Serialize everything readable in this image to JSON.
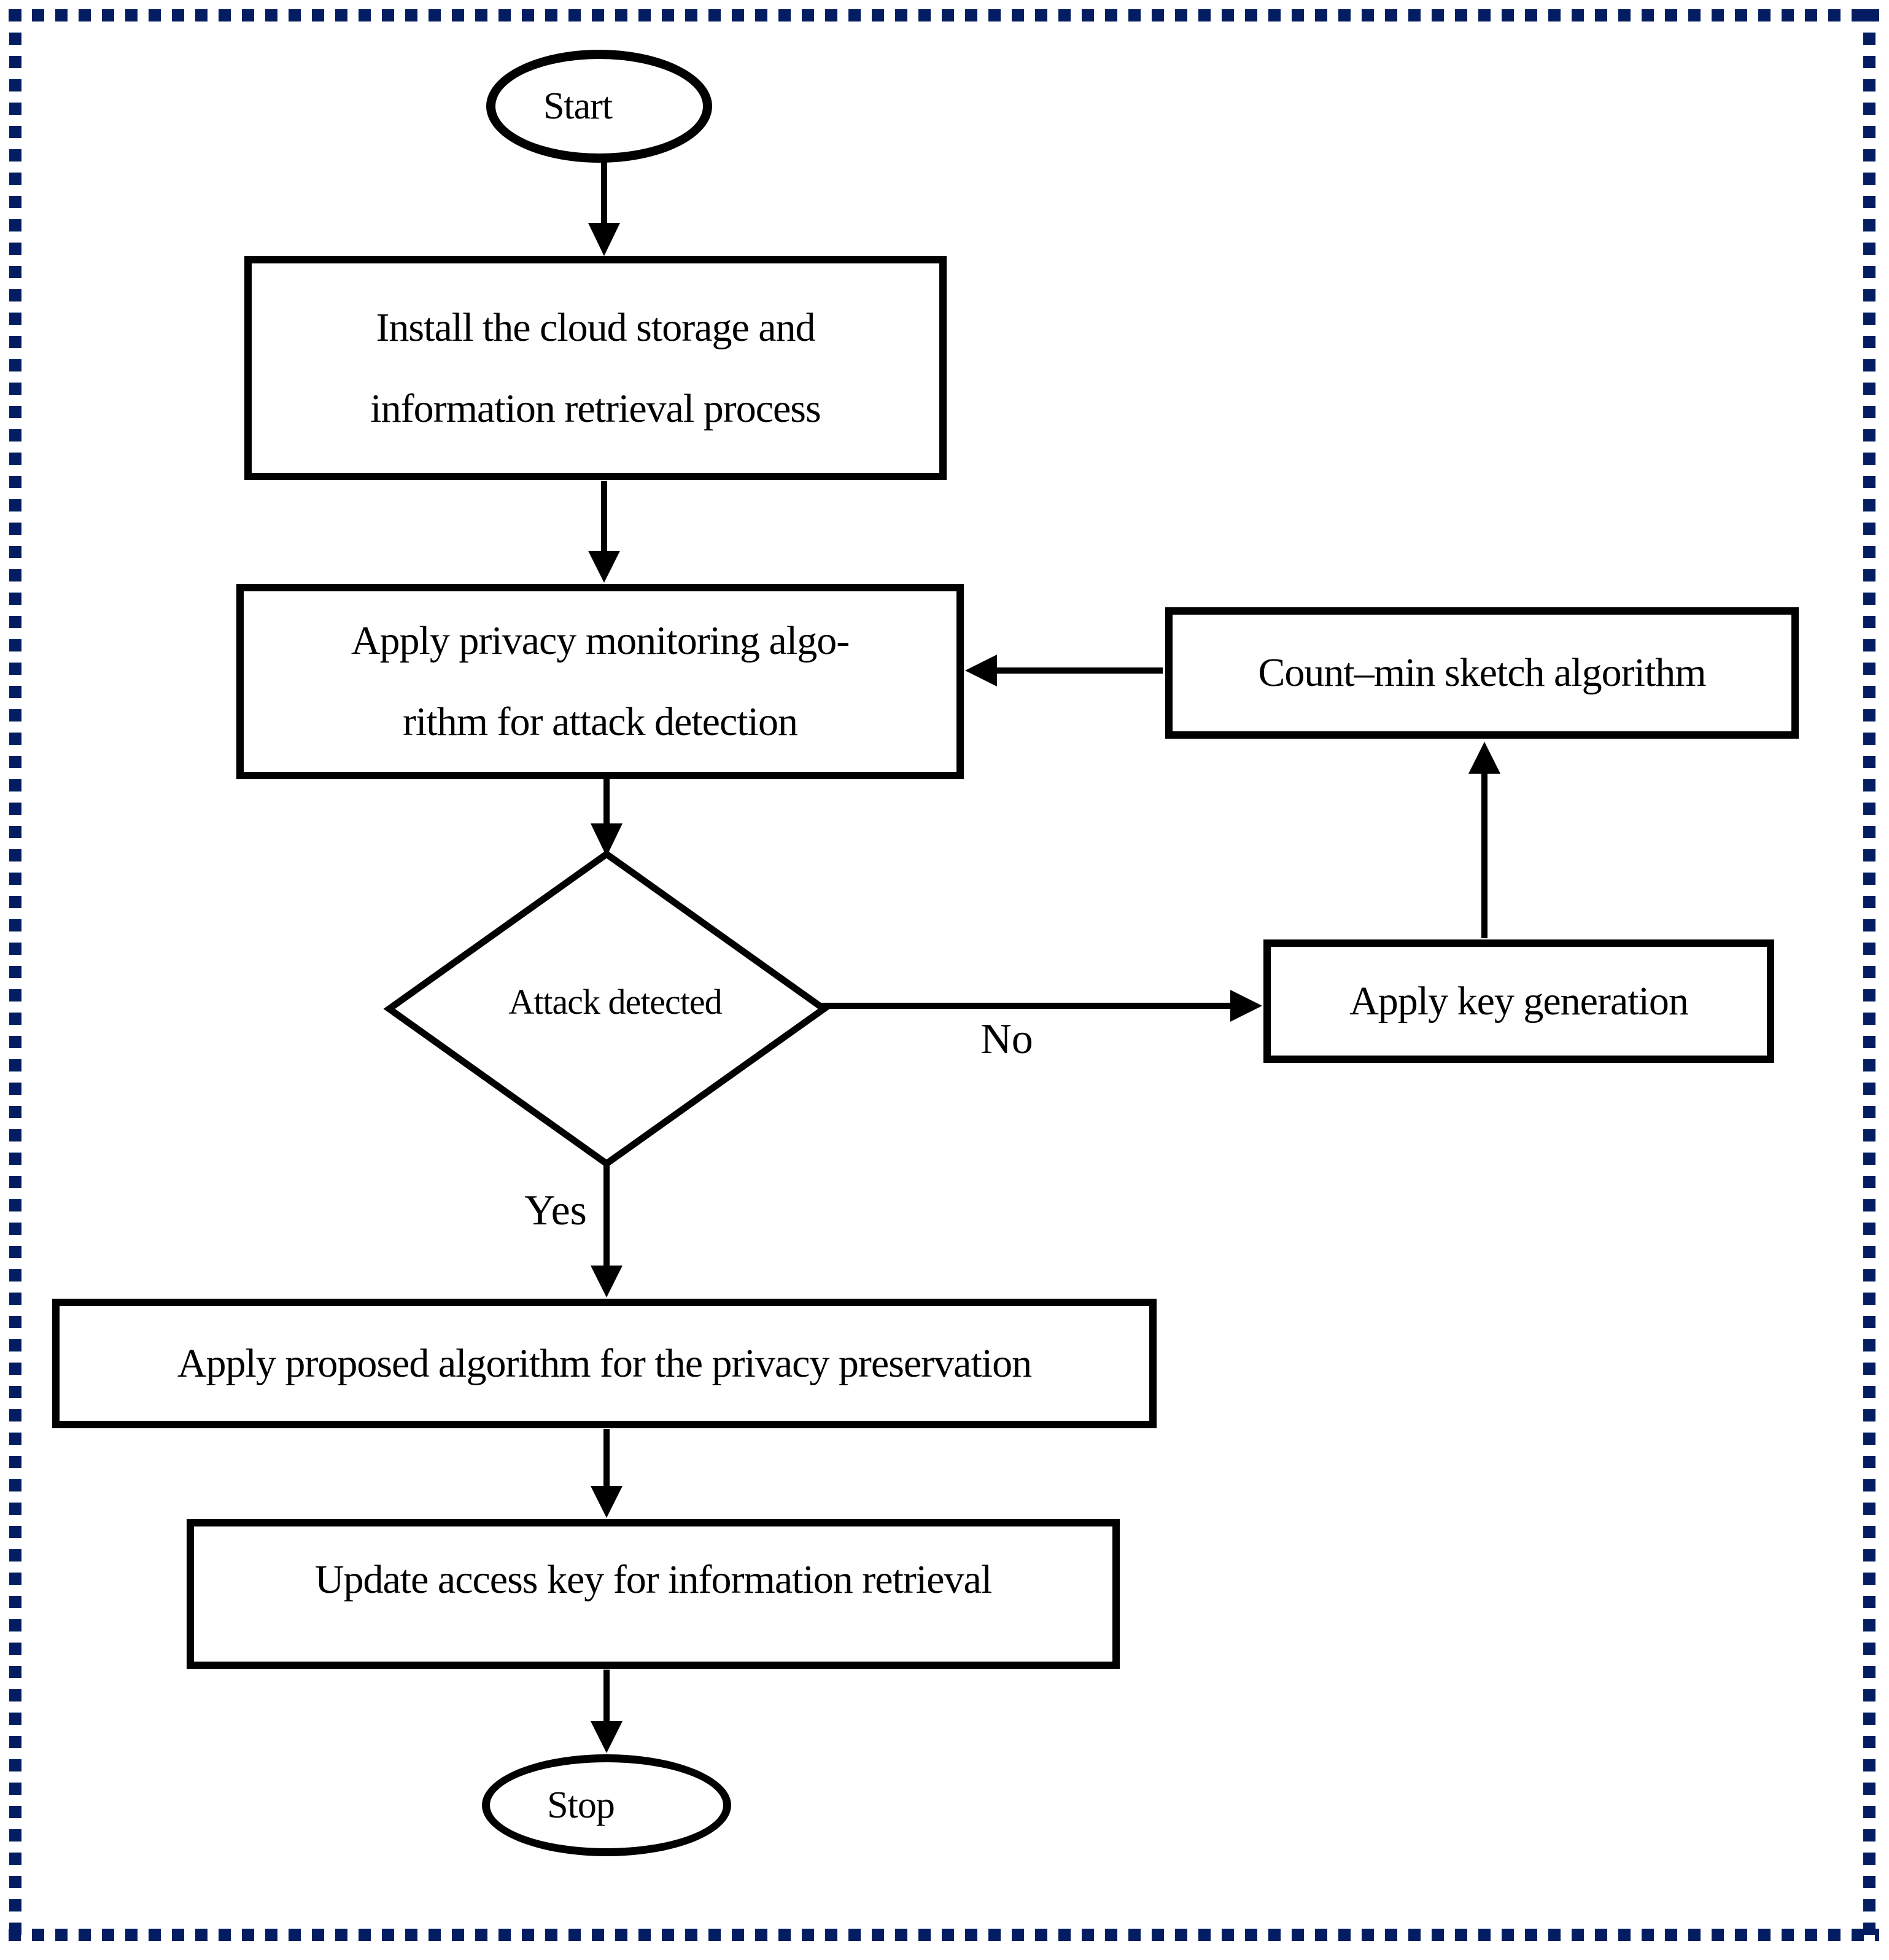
{
  "flowchart": {
    "type": "flowchart",
    "nodes": {
      "start": {
        "shape": "oval",
        "label": "Start"
      },
      "install": {
        "shape": "rectangle",
        "lines": [
          "Install the cloud storage and",
          "information retrieval process"
        ]
      },
      "privacy": {
        "shape": "rectangle",
        "lines": [
          "Apply privacy monitoring algo-",
          "rithm for attack detection"
        ]
      },
      "countmin": {
        "shape": "rectangle",
        "label": "Count–min sketch algorithm"
      },
      "decision": {
        "shape": "diamond",
        "label": "Attack detected"
      },
      "keygen": {
        "shape": "rectangle",
        "label": "Apply key generation"
      },
      "proposed": {
        "shape": "rectangle",
        "label": "Apply proposed algorithm for the privacy preservation"
      },
      "update": {
        "shape": "rectangle",
        "label": "Update access key for information retrieval"
      },
      "stop": {
        "shape": "oval",
        "label": "Stop"
      }
    },
    "edge_labels": {
      "yes": "Yes",
      "no": "No"
    },
    "edges": [
      "start -> install",
      "install -> privacy",
      "privacy -> decision",
      "decision -> keygen (No)",
      "keygen -> countmin",
      "countmin -> privacy",
      "decision -> proposed (Yes)",
      "proposed -> update",
      "update -> stop"
    ],
    "colors": {
      "border": "#041d62",
      "line": "#000000",
      "background": "#ffffff",
      "text": "#000000"
    }
  }
}
